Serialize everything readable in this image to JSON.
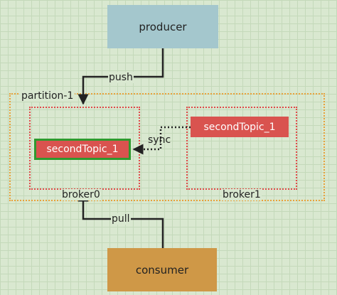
{
  "producer": {
    "label": "producer"
  },
  "consumer": {
    "label": "consumer"
  },
  "partition": {
    "label": "partition-1"
  },
  "brokers": [
    {
      "label": "broker0",
      "topic": "secondTopic_1"
    },
    {
      "label": "broker1",
      "topic": "secondTopic_1"
    }
  ],
  "edges": {
    "push": "push",
    "pull": "pull",
    "sync": "sync"
  },
  "colors": {
    "producer": "#a4c7cd",
    "consumer": "#cf9847",
    "topic": "#d9534f",
    "leader_border": "#2e9a2e",
    "partition_border": "#e8a13a",
    "broker_border": "#e04a4a"
  }
}
